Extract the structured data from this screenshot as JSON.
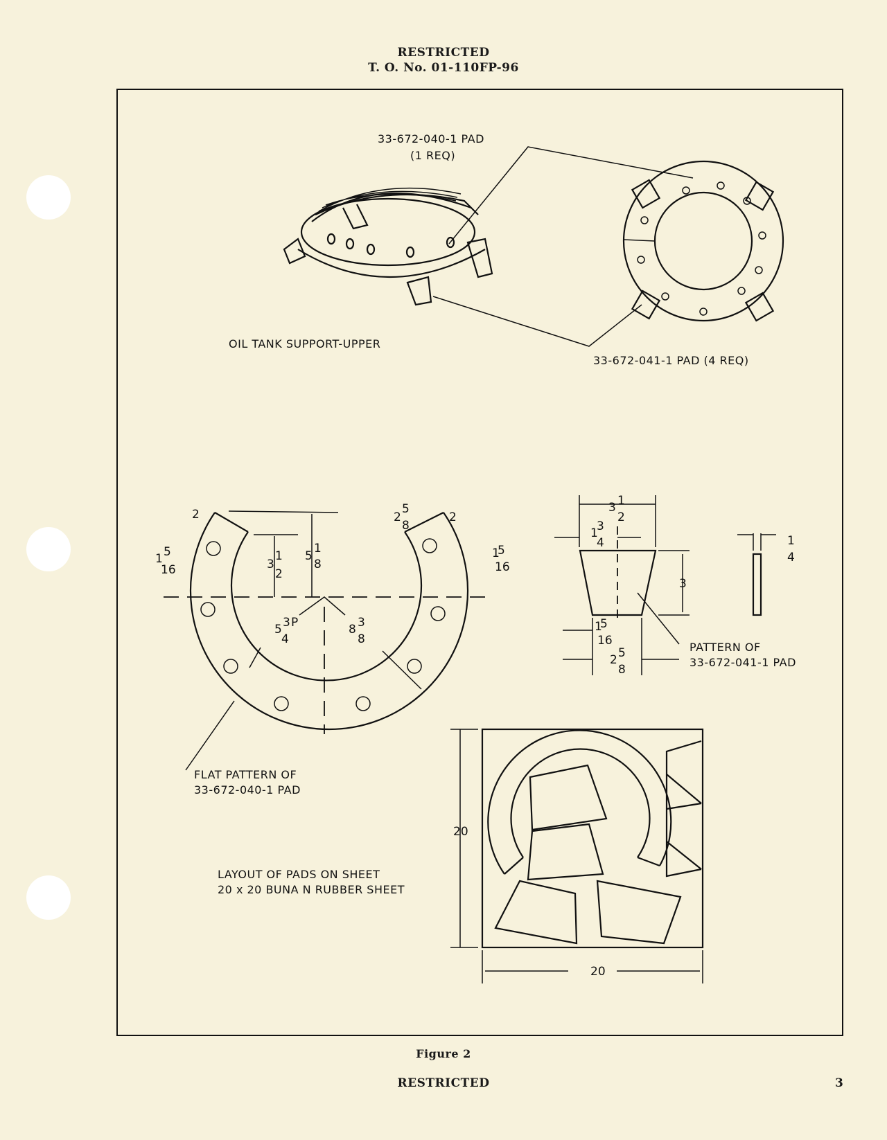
{
  "header": {
    "classification": "RESTRICTED",
    "document_number": "T. O. No. 01-110FP-96"
  },
  "figure": {
    "callout_upper_pad": {
      "part": "33-672-040-1 PAD",
      "qty": "(1 REQ)"
    },
    "callout_side_pads": "33-672-041-1 PAD (4 REQ)",
    "view_title": "OIL TANK SUPPORT-UPPER",
    "flat_pattern": {
      "line1": "FLAT PATTERN OF",
      "line2": "33-672-040-1 PAD"
    },
    "pattern_041": {
      "line1": "PATTERN OF",
      "line2": "33-672-041-1 PAD"
    },
    "layout": {
      "line1": "LAYOUT OF PADS ON SHEET",
      "line2": "20 x 20 BUNA N RUBBER SHEET"
    },
    "dims": {
      "d_2a": "2",
      "d_1_5_16a": {
        "whole": "1",
        "num": "5",
        "den": "16"
      },
      "d_3_1_2": {
        "whole": "3",
        "num": "1",
        "den": "2"
      },
      "d_5_1_8": {
        "whole": "5",
        "num": "1",
        "den": "8"
      },
      "d_2_5_8a": {
        "whole": "2",
        "num": "5",
        "den": "8"
      },
      "d_2b": "2",
      "d_1_5_16b": {
        "whole": "1",
        "num": "5",
        "den": "16"
      },
      "d_5_3_4": {
        "whole": "5",
        "num": "3",
        "den": "4",
        "suffix": "P"
      },
      "d_8_3_8": {
        "whole": "8",
        "num": "3",
        "den": "8"
      },
      "t_3_1_2": {
        "whole": "3",
        "num": "1",
        "den": "2"
      },
      "t_1_3_4": {
        "whole": "1",
        "num": "3",
        "den": "4"
      },
      "t_3": "3",
      "t_1_5_16": {
        "whole": "1",
        "num": "5",
        "den": "16"
      },
      "t_2_5_8": {
        "whole": "2",
        "num": "5",
        "den": "8"
      },
      "t_1_4": {
        "num": "1",
        "den": "4"
      },
      "sheet_h": "20",
      "sheet_w": "20"
    }
  },
  "caption": "Figure 2",
  "footer": {
    "classification": "RESTRICTED",
    "page_number": "3"
  }
}
